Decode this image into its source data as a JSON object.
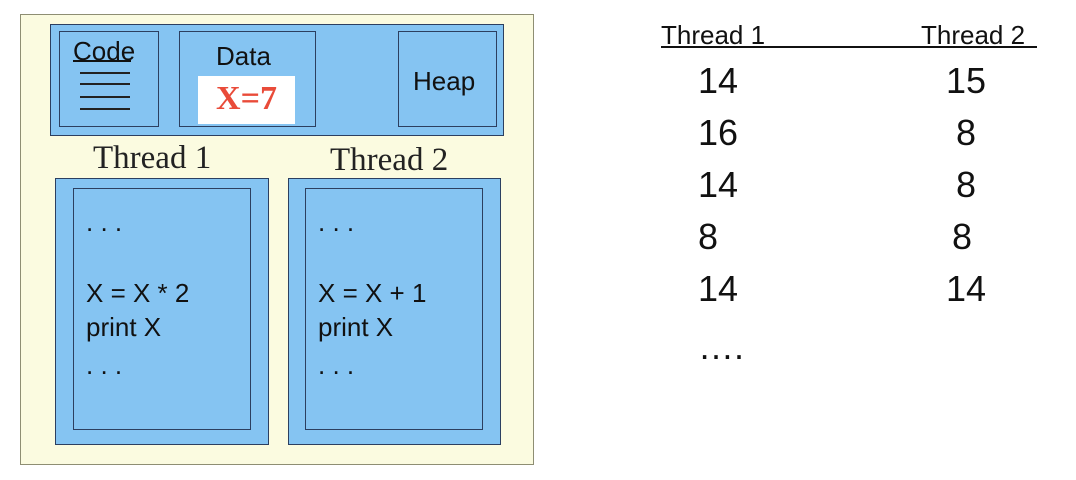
{
  "diagram": {
    "segments": {
      "code": "Code",
      "data": "Data",
      "data_value": "X=7",
      "heap": "Heap"
    },
    "threads": [
      {
        "title": "Thread 1",
        "lines": [
          ". . .",
          "X = X * 2",
          "print X",
          ". . ."
        ]
      },
      {
        "title": "Thread 2",
        "lines": [
          ". . .",
          "X = X + 1",
          "print X",
          ". . ."
        ]
      }
    ]
  },
  "output_table": {
    "headers": [
      "Thread 1",
      "Thread 2"
    ],
    "rows": [
      [
        "14",
        "15"
      ],
      [
        "16",
        "8"
      ],
      [
        "14",
        "8"
      ],
      [
        "8",
        "8"
      ],
      [
        "14",
        "14"
      ],
      [
        "….",
        ""
      ]
    ]
  },
  "colors": {
    "segment_fill": "#85c4f2",
    "segment_border": "#2c3f60",
    "process_background": "#fbfbe0",
    "data_value_color": "#e94b39"
  }
}
